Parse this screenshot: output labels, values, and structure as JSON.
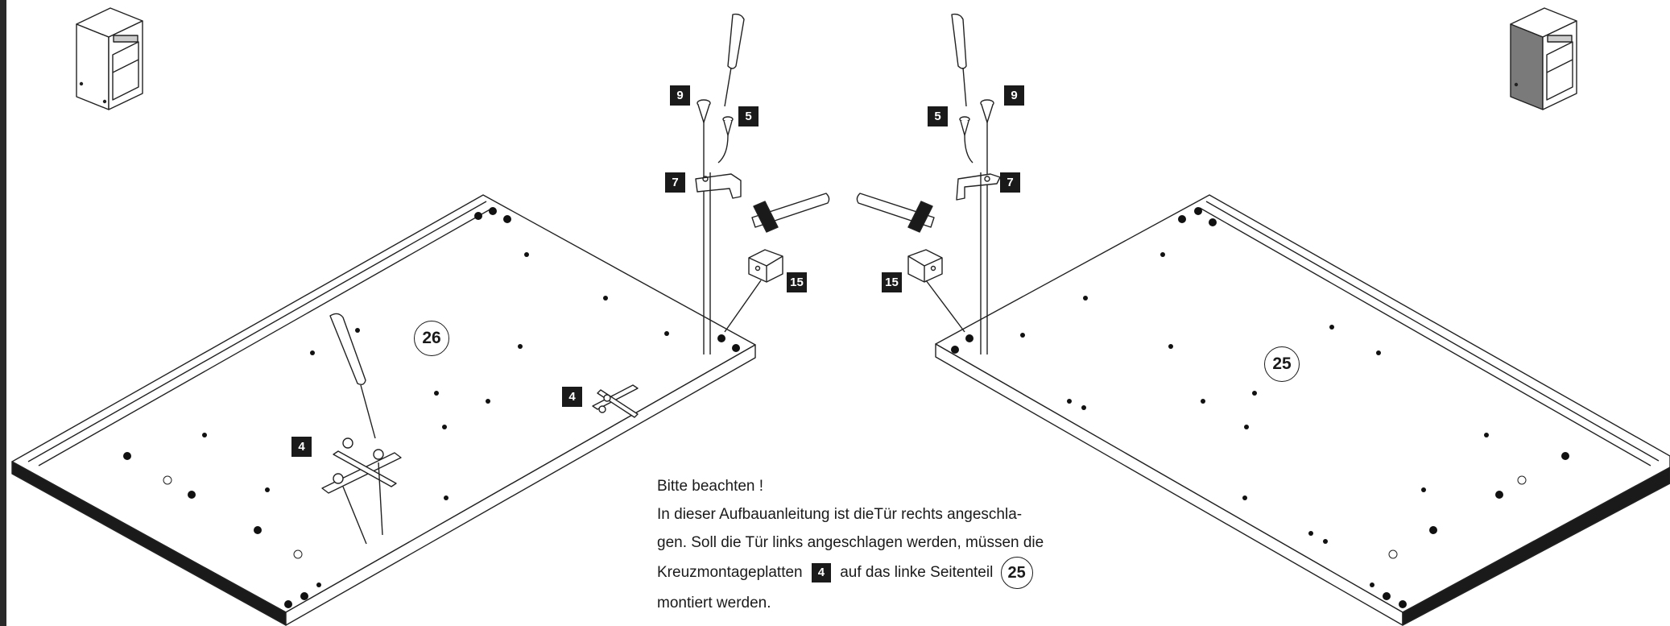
{
  "note": {
    "title": "Bitte beachten !",
    "line1": "In dieser Aufbauanleitung ist dieTür rechts angeschla-",
    "line2": "gen. Soll die Tür links angeschlagen werden, müssen die",
    "line3_before": "Kreuzmontageplatten",
    "line3_tag": "4",
    "line3_middle": "auf das linke Seitenteil",
    "line3_circle": "25",
    "line4": "montiert werden."
  },
  "panels": {
    "left_panel_number": "26",
    "right_panel_number": "25"
  },
  "part_labels": {
    "left_screw_large": "9",
    "left_screw_small": "5",
    "left_hinge_plate": "7",
    "left_bumper": "15",
    "right_screw_small": "5",
    "right_screw_large": "9",
    "right_hinge_plate": "7",
    "right_bumper": "15",
    "mounting_plate_lower": "4",
    "mounting_plate_upper": "4"
  }
}
